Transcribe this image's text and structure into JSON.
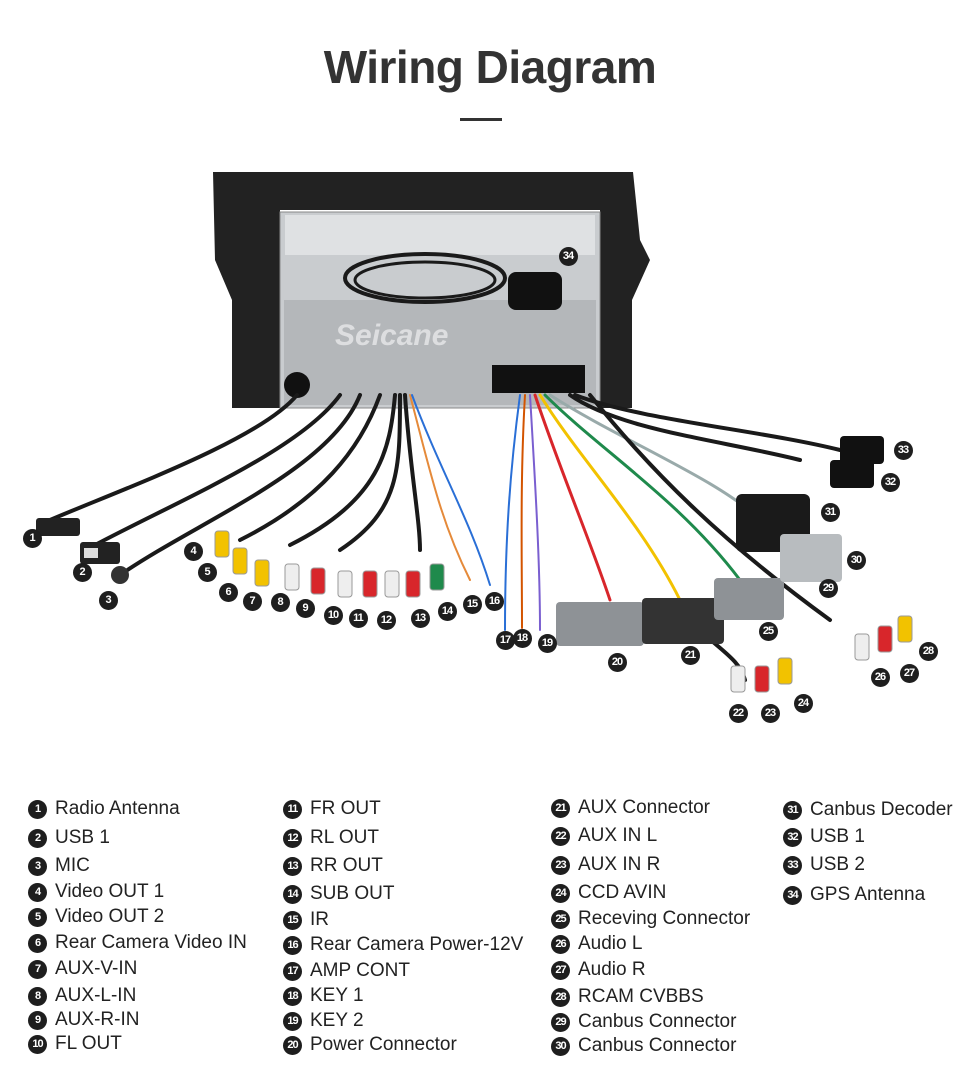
{
  "title": "Wiring Diagram",
  "watermark": "Seicane",
  "legend": [
    {
      "n": "1",
      "label": "Radio Antenna"
    },
    {
      "n": "2",
      "label": "USB 1"
    },
    {
      "n": "3",
      "label": "MIC"
    },
    {
      "n": "4",
      "label": "Video OUT 1"
    },
    {
      "n": "5",
      "label": "Video OUT 2"
    },
    {
      "n": "6",
      "label": "Rear Camera Video IN"
    },
    {
      "n": "7",
      "label": "AUX-V-IN"
    },
    {
      "n": "8",
      "label": "AUX-L-IN"
    },
    {
      "n": "9",
      "label": "AUX-R-IN"
    },
    {
      "n": "10",
      "label": "FL OUT"
    },
    {
      "n": "11",
      "label": "FR OUT"
    },
    {
      "n": "12",
      "label": "RL OUT"
    },
    {
      "n": "13",
      "label": "RR OUT"
    },
    {
      "n": "14",
      "label": "SUB OUT"
    },
    {
      "n": "15",
      "label": "IR"
    },
    {
      "n": "16",
      "label": "Rear Camera Power-12V"
    },
    {
      "n": "17",
      "label": "AMP CONT"
    },
    {
      "n": "18",
      "label": "KEY 1"
    },
    {
      "n": "19",
      "label": "KEY 2"
    },
    {
      "n": "20",
      "label": "Power Connector"
    },
    {
      "n": "21",
      "label": "AUX Connector"
    },
    {
      "n": "22",
      "label": "AUX IN L"
    },
    {
      "n": "23",
      "label": "AUX IN R"
    },
    {
      "n": "24",
      "label": "CCD AVIN"
    },
    {
      "n": "25",
      "label": "Receving Connector"
    },
    {
      "n": "26",
      "label": "Audio L"
    },
    {
      "n": "27",
      "label": "Audio R"
    },
    {
      "n": "28",
      "label": "RCAM CVBBS"
    },
    {
      "n": "29",
      "label": "Canbus Connector"
    },
    {
      "n": "30",
      "label": "Canbus Connector"
    },
    {
      "n": "31",
      "label": "Canbus Decoder"
    },
    {
      "n": "32",
      "label": "USB 1"
    },
    {
      "n": "33",
      "label": "USB 2"
    },
    {
      "n": "34",
      "label": "GPS Antenna"
    }
  ],
  "colors": {
    "rca_yellow": "#f2c200",
    "rca_red": "#d8262b",
    "rca_white": "#eeeeee",
    "rca_green": "#1f8a4c",
    "cable": "#1a1a1a",
    "chassis": "#c9cccf",
    "frame": "#222222"
  }
}
